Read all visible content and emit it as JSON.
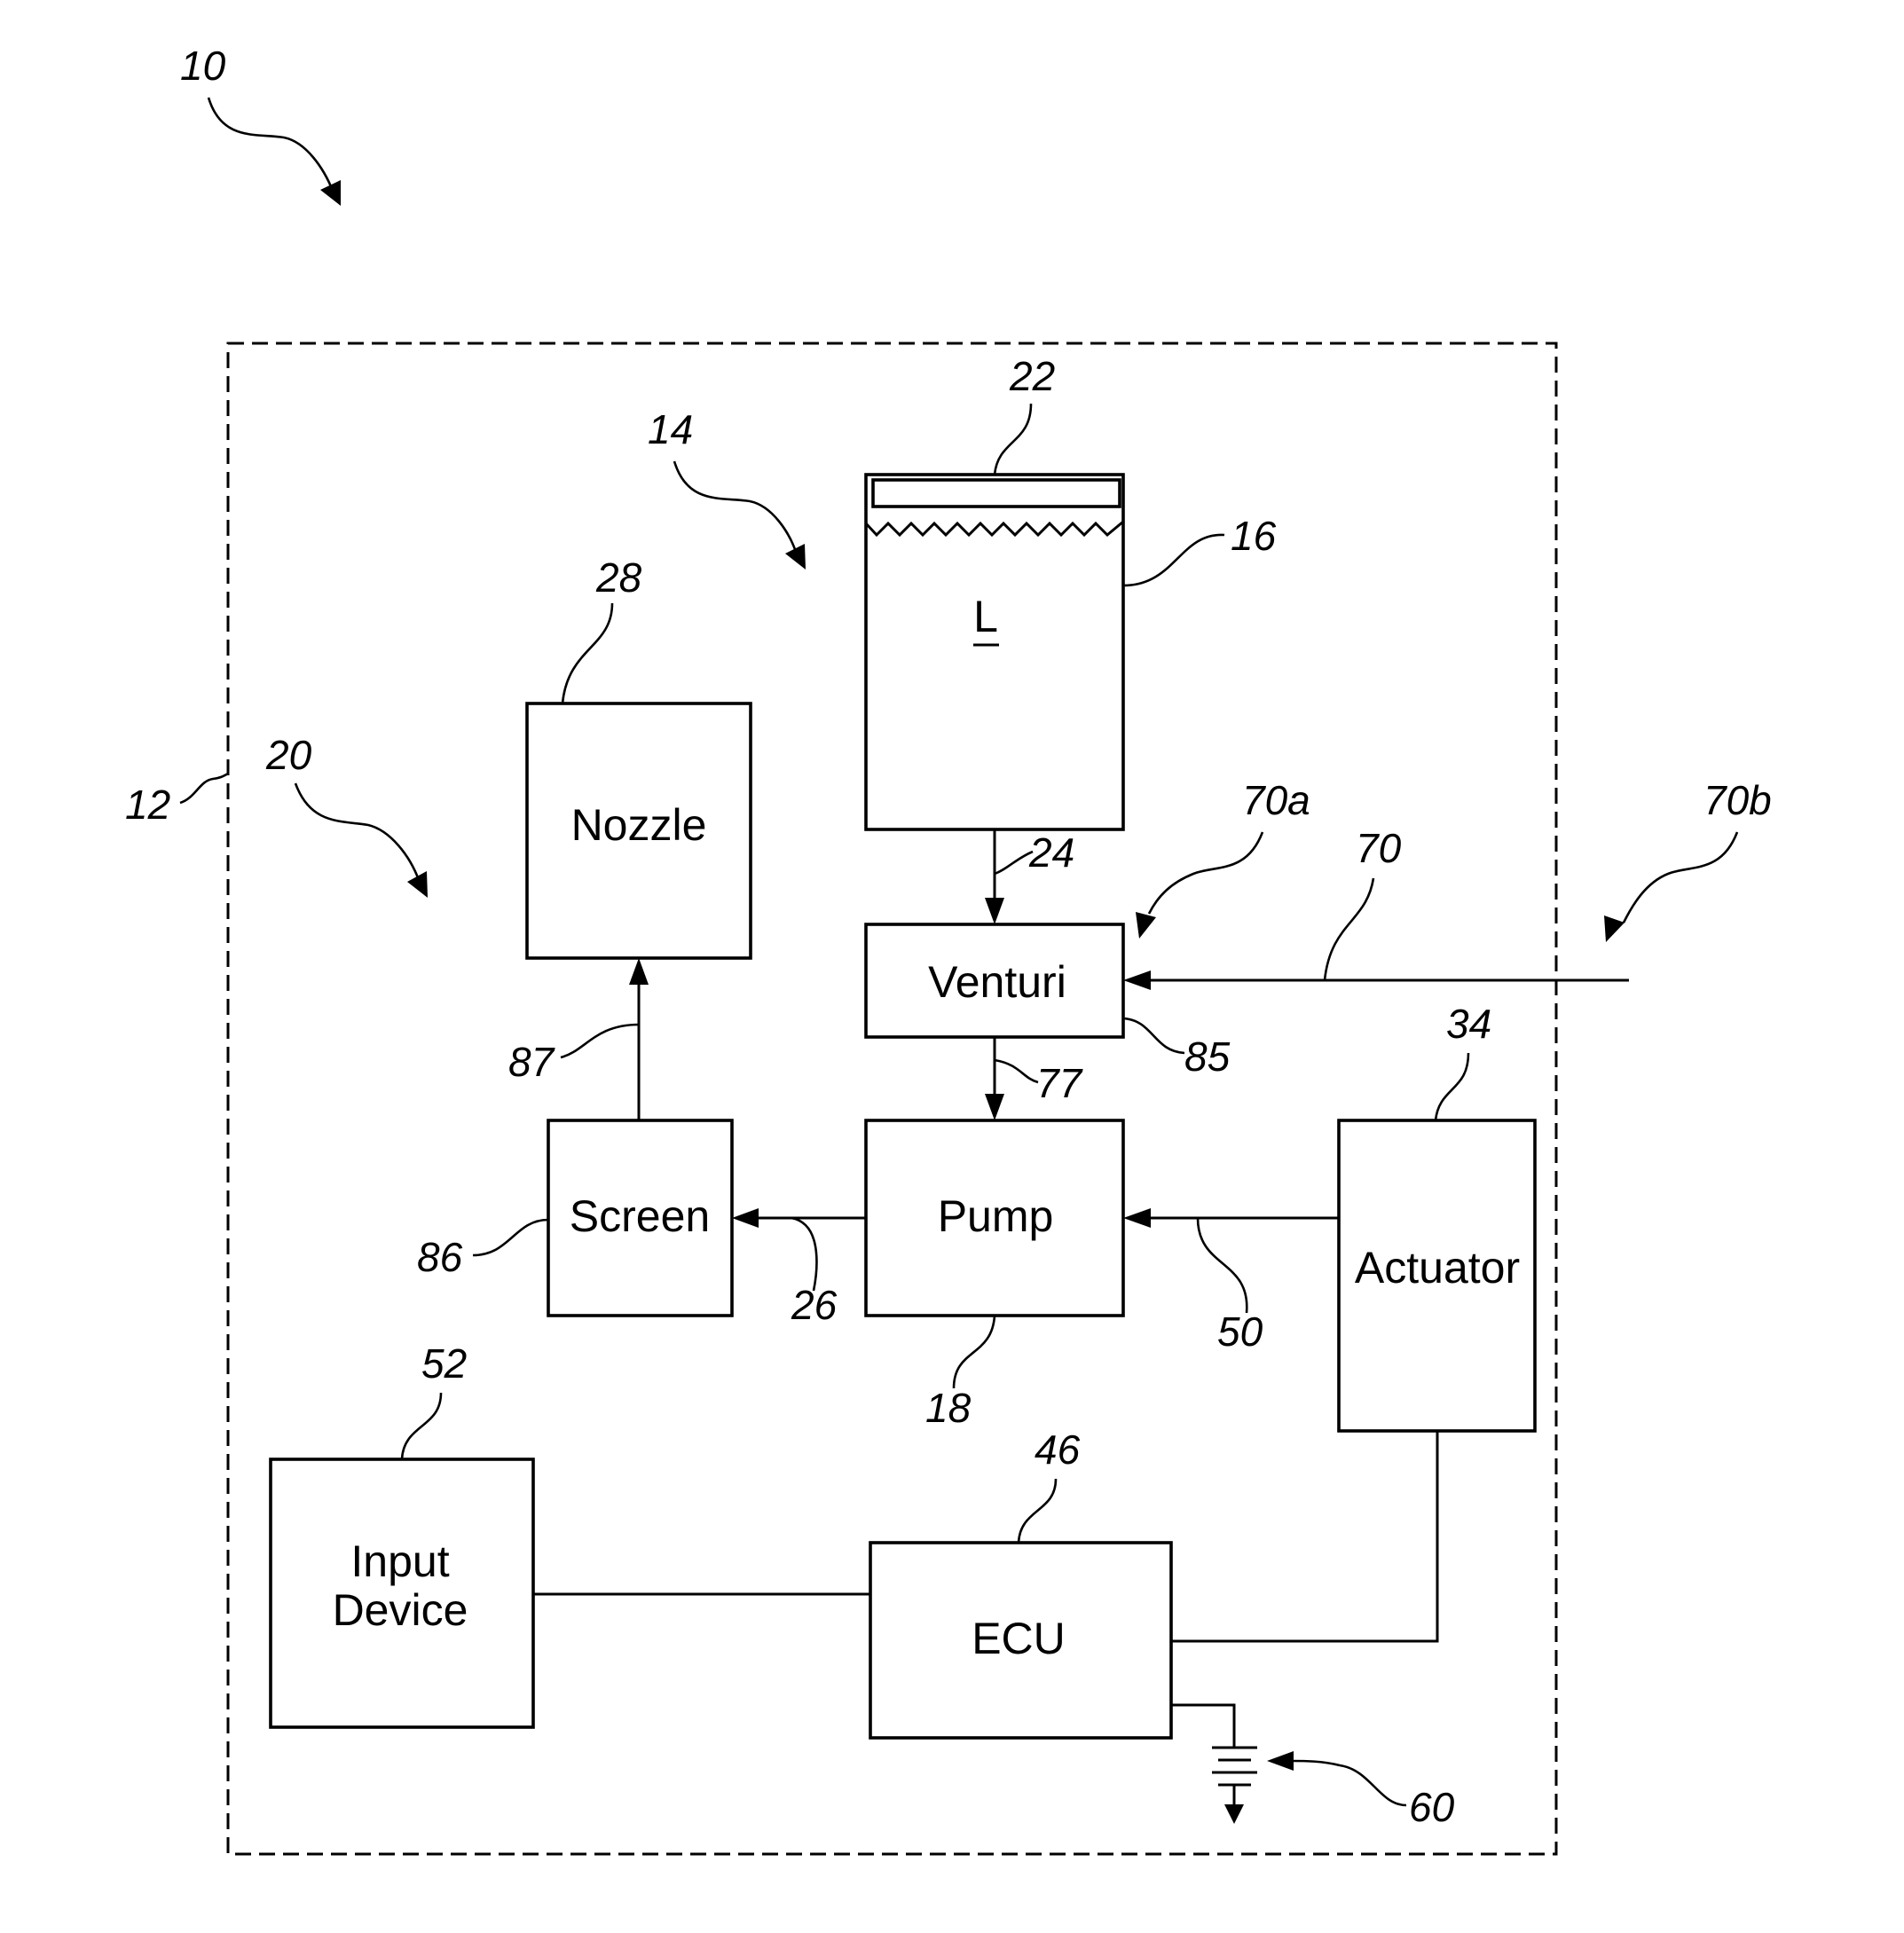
{
  "diagram": {
    "system_ref": "10",
    "housing_ref": "12",
    "assembly_ref": "14",
    "control_ref": "20",
    "blocks": {
      "nozzle": {
        "label": "Nozzle",
        "ref": "28"
      },
      "reservoir": {
        "label": "L",
        "ref": "16",
        "cap_ref": "22"
      },
      "venturi": {
        "label": "Venturi",
        "ref": "85"
      },
      "pump": {
        "label": "Pump",
        "ref": "18"
      },
      "screen": {
        "label": "Screen",
        "ref": "86"
      },
      "actuator": {
        "label": "Actuator",
        "ref": "34"
      },
      "input_device": {
        "label_line1": "Input",
        "label_line2": "Device",
        "ref": "52"
      },
      "ecu": {
        "label": "ECU",
        "ref": "46"
      }
    },
    "connections": {
      "reservoir_to_venturi": "24",
      "venturi_to_pump": "77",
      "pump_to_screen": "26",
      "screen_to_nozzle": "87",
      "actuator_to_pump": "50",
      "air_inlet": "70",
      "air_inlet_inner": "70a",
      "air_inlet_outer": "70b",
      "power_source": "60"
    }
  }
}
